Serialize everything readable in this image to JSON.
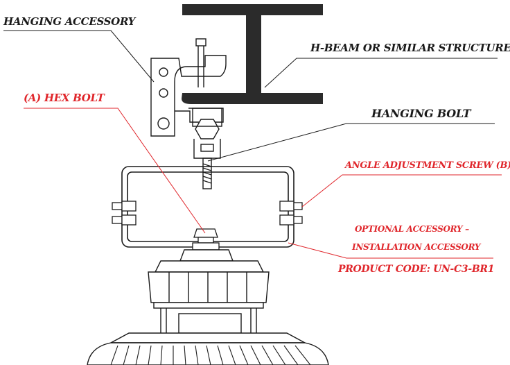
{
  "colors": {
    "ink": "#1a1a1a",
    "accent": "#e0262b",
    "paper": "#ffffff"
  },
  "labels": {
    "hanging_accessory": "HANGING ACCESSORY",
    "h_beam": "H-BEAM OR SIMILAR STRUCTURE",
    "hex_bolt": "(A) HEX BOLT",
    "hanging_bolt": "HANGING BOLT",
    "angle_screw": "ANGLE ADJUSTMENT SCREW (B)",
    "optional_line1": "OPTIONAL ACCESSORY –",
    "optional_line2": "INSTALLATION ACCESSORY",
    "product_code": "PRODUCT CODE: UN-C3-BR1"
  }
}
